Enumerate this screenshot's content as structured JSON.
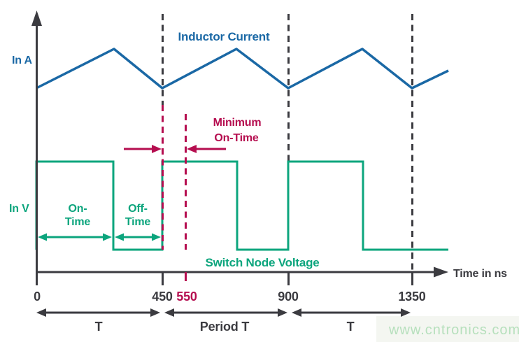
{
  "figure": {
    "curve_labels": {
      "inductor_current": "Inductor Current",
      "switch_node_voltage": "Switch Node Voltage"
    },
    "y_axis_labels": {
      "current": "In A",
      "voltage": "In V"
    },
    "x_axis": {
      "label": "Time in ns",
      "ticks": [
        {
          "value": 0,
          "label": "0",
          "color": "#3B3B40"
        },
        {
          "value": 450,
          "label": "450",
          "color": "#3B3B40"
        },
        {
          "value": 550,
          "label": "550",
          "color": "#B50D4F"
        },
        {
          "value": 900,
          "label": "900",
          "color": "#3B3B40"
        },
        {
          "value": 1350,
          "label": "1350",
          "color": "#3B3B40"
        }
      ]
    },
    "annotations": {
      "minimum_on_time_line1": "Minimum",
      "minimum_on_time_line2": "On-Time",
      "on_time_line1": "On-",
      "on_time_line2": "Time",
      "off_time_line1": "Off-",
      "off_time_line2": "Time"
    },
    "period_spans": [
      {
        "label": "T",
        "from_ns": 0,
        "to_ns": 450
      },
      {
        "label": "Period T",
        "from_ns": 450,
        "to_ns": 900
      },
      {
        "label": "T",
        "from_ns": 900,
        "to_ns": 1350
      }
    ],
    "colors": {
      "inductor_current_blue": "#1A68A5",
      "switch_node_green": "#0CA57D",
      "min_on_time_crimson": "#B50D4F",
      "axis_dark": "#3B3B40",
      "watermark_green": "#B7E0BD"
    }
  },
  "watermark": "www.cntronics.com",
  "chart_data": {
    "type": "line",
    "title": "",
    "xlabel": "Time in ns",
    "x_ticks": [
      0,
      450,
      550,
      900,
      1350
    ],
    "x_range_shown": [
      0,
      1475
    ],
    "grid": false,
    "legend_position": "inline-labels",
    "series": [
      {
        "name": "Inductor Current",
        "y_axis_label": "In A",
        "color": "#1A68A5",
        "shape": "triangle-wave",
        "x_ns": [
          0,
          277,
          450,
          717,
          900,
          1167,
          1350,
          1475
        ],
        "y_rel": [
          0.5,
          1.0,
          0.5,
          1.0,
          0.5,
          1.0,
          0.5,
          0.73
        ]
      },
      {
        "name": "Switch Node Voltage",
        "y_axis_label": "In V",
        "color": "#0CA57D",
        "shape": "square-wave",
        "segments": [
          {
            "from_ns": 0,
            "to_ns": 275,
            "level": "high"
          },
          {
            "from_ns": 275,
            "to_ns": 450,
            "level": "low"
          },
          {
            "from_ns": 450,
            "to_ns": 717,
            "level": "high"
          },
          {
            "from_ns": 717,
            "to_ns": 900,
            "level": "low"
          },
          {
            "from_ns": 900,
            "to_ns": 1167,
            "level": "high"
          },
          {
            "from_ns": 1167,
            "to_ns": 1475,
            "level": "low"
          }
        ]
      }
    ],
    "annotations": {
      "dashed_period_lines_ns": [
        450,
        900,
        1350
      ],
      "minimum_on_time": {
        "from_ns": 450,
        "to_ns": 550,
        "label": "Minimum On-Time"
      },
      "on_time": {
        "from_ns": 0,
        "to_ns": 275,
        "label": "On-Time"
      },
      "off_time": {
        "from_ns": 275,
        "to_ns": 450,
        "label": "Off-Time"
      },
      "periods": [
        {
          "from_ns": 0,
          "to_ns": 450,
          "label": "T"
        },
        {
          "from_ns": 450,
          "to_ns": 900,
          "label": "Period T"
        },
        {
          "from_ns": 900,
          "to_ns": 1350,
          "label": "T"
        }
      ]
    }
  }
}
